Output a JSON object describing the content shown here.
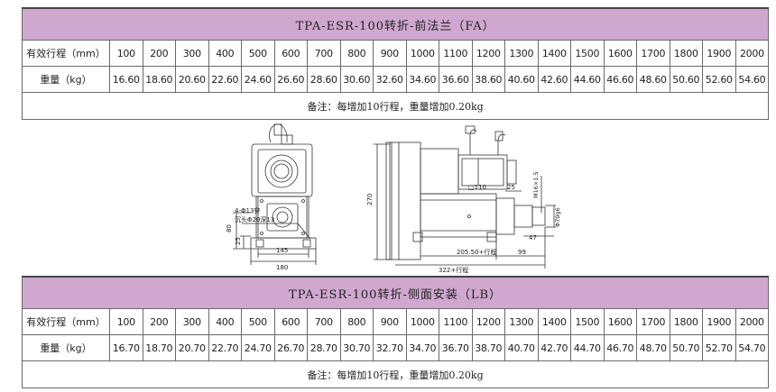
{
  "table_fa": {
    "title": "TPA-ESR-100转折-前法兰（FA）",
    "stroke_header": "有效行程（mm）",
    "strokes": [
      "100",
      "200",
      "300",
      "400",
      "500",
      "600",
      "700",
      "800",
      "900",
      "1000",
      "1100",
      "1200",
      "1300",
      "1400",
      "1500",
      "1600",
      "1700",
      "1800",
      "1900",
      "2000"
    ],
    "weight_header": "重量（kg）",
    "weights": [
      "16.60",
      "18.60",
      "20.60",
      "22.60",
      "24.60",
      "26.60",
      "28.60",
      "30.60",
      "32.60",
      "34.60",
      "36.60",
      "38.60",
      "40.60",
      "42.60",
      "44.60",
      "46.60",
      "48.60",
      "50.60",
      "52.60",
      "54.60"
    ],
    "note": "备注：每增加10行程，重量增加0.20kg"
  },
  "table_lb": {
    "title": "TPA-ESR-100转折-侧面安装（LB）",
    "stroke_header": "有效行程（mm）",
    "strokes": [
      "100",
      "200",
      "300",
      "400",
      "500",
      "600",
      "700",
      "800",
      "900",
      "1000",
      "1100",
      "1200",
      "1300",
      "1400",
      "1500",
      "1600",
      "1700",
      "1800",
      "1900",
      "2000"
    ],
    "weight_header": "重量（kg）",
    "weights": [
      "16.70",
      "18.70",
      "20.70",
      "22.70",
      "24.70",
      "26.70",
      "28.70",
      "30.70",
      "32.70",
      "34.70",
      "36.70",
      "38.70",
      "40.70",
      "42.70",
      "44.70",
      "46.70",
      "48.70",
      "50.70",
      "52.70",
      "54.70"
    ],
    "note": "备注：每增加10行程，重量增加0.20kg"
  },
  "drawing": {
    "front_view": {
      "hole_note_1": "4-Φ13穿",
      "hole_note_2": "沉头Φ20深13",
      "dim_80": "80",
      "dim_25": "25",
      "dim_145": "145",
      "dim_180": "180"
    },
    "side_view": {
      "dim_270": "270",
      "dim_110": "□110",
      "dim_25": "25",
      "dim_m16": "M16×1.5",
      "dim_70g6": "Φ70g6",
      "dim_47": "47",
      "dim_20550": "205.50+行程",
      "dim_99": "99",
      "dim_322": "322+行程"
    }
  }
}
